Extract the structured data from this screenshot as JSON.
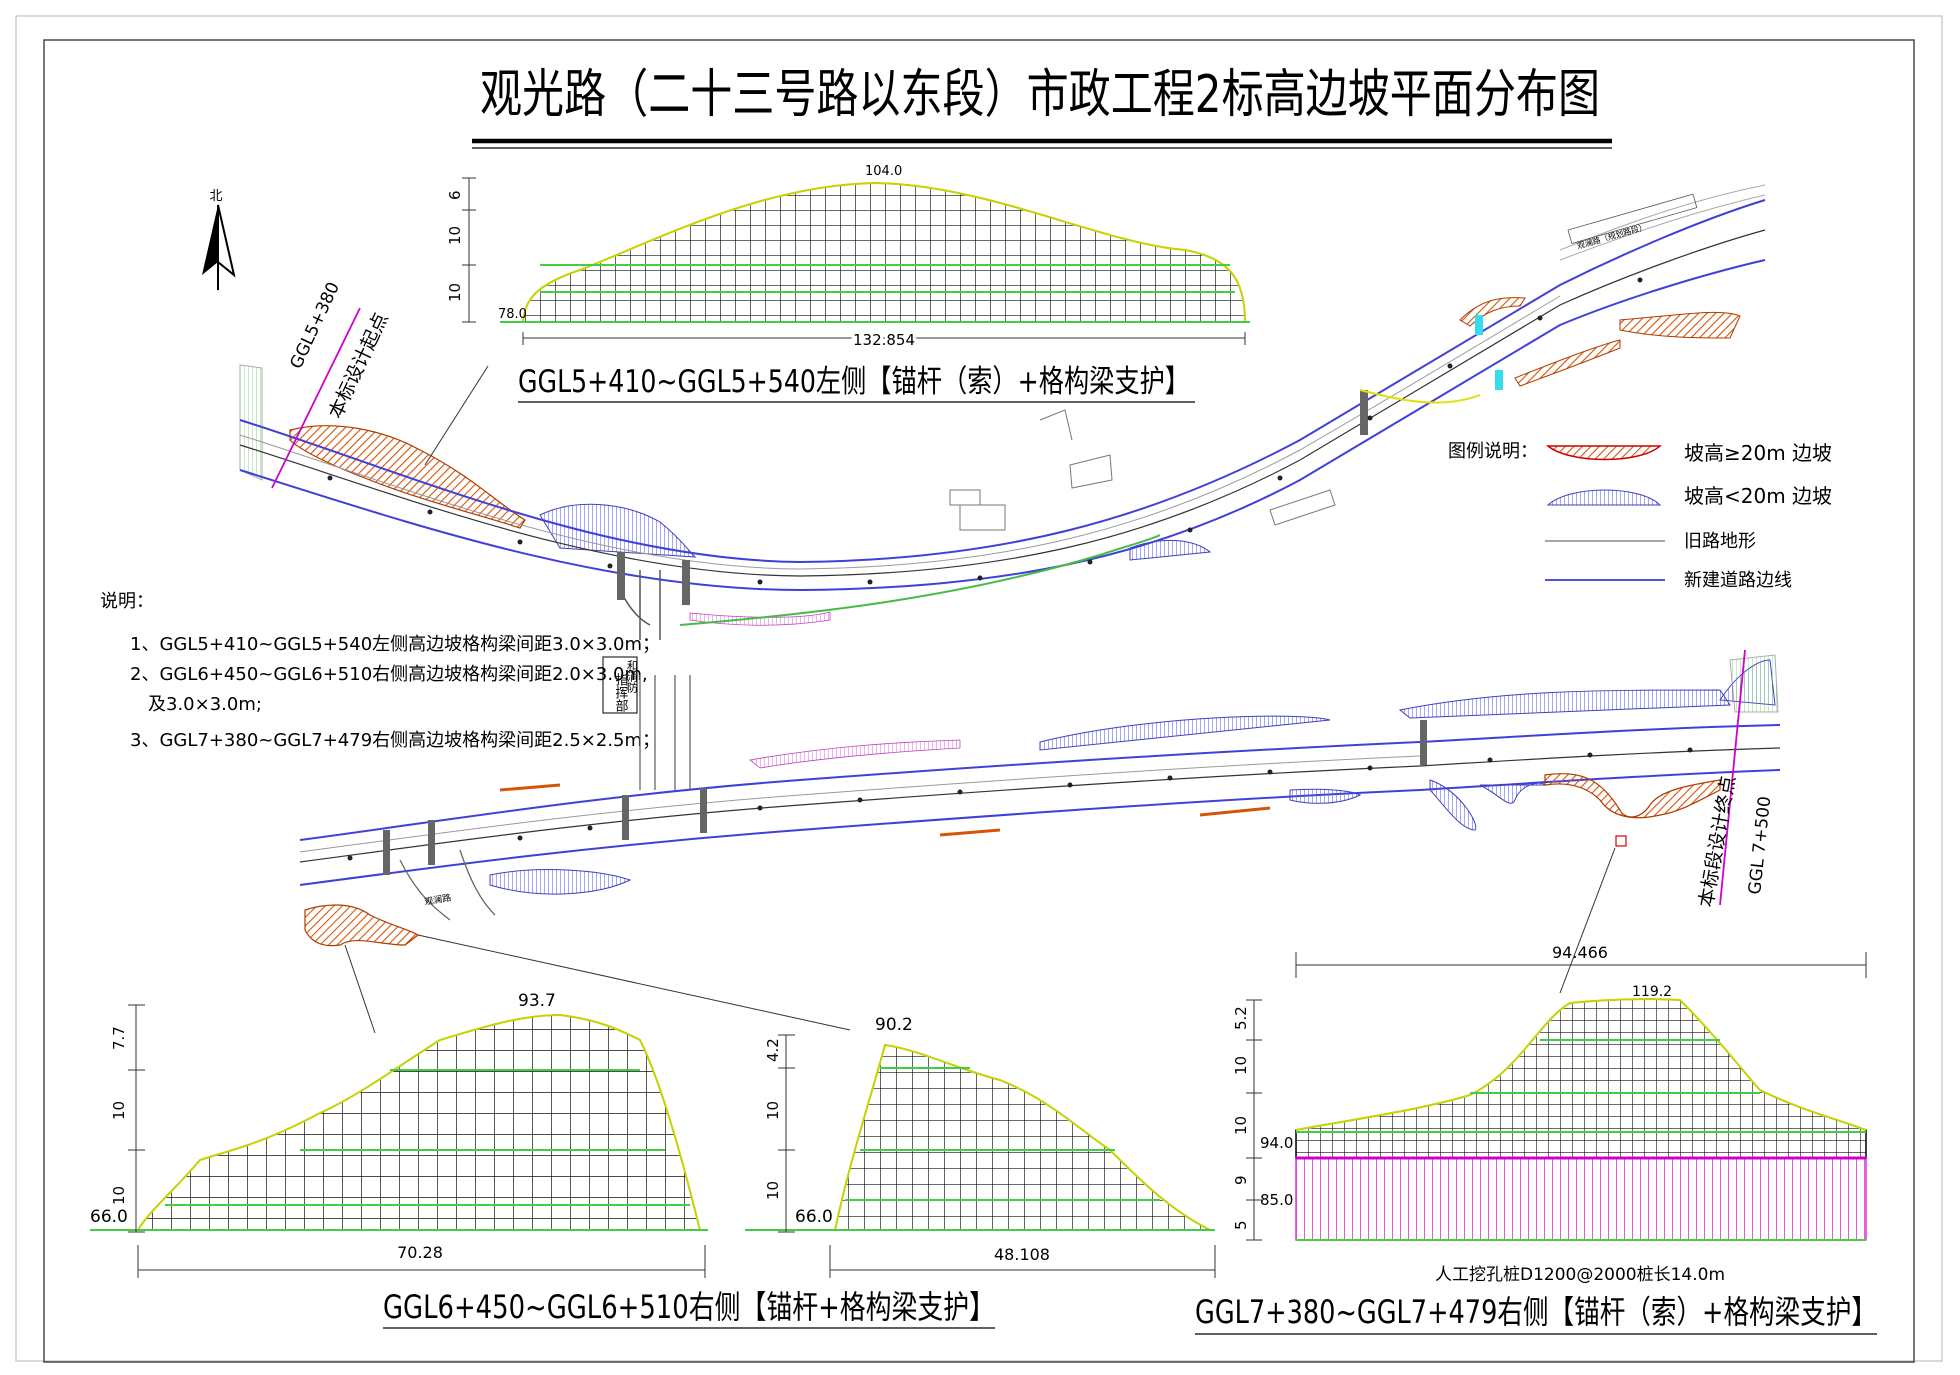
{
  "title": "观光路（二十三号路以东段）市政工程2标高边坡平面分布图",
  "north_label": "北",
  "start_marker": {
    "station": "GGL5+380",
    "label": "本标设计起点"
  },
  "end_marker": {
    "station": "GGL 7+500",
    "label": "本标段设计终点"
  },
  "road_notes": {
    "hq": "指挥部",
    "fire": "和消防",
    "junction": "观澜路",
    "top_road": "观澜路（规划路段）"
  },
  "legend": {
    "heading": "图例说明：",
    "items": [
      {
        "label": "坡高≥20m 边坡",
        "color": "#d4550a"
      },
      {
        "label": "坡高<20m 边坡",
        "color": "#5a5fe0"
      },
      {
        "label": "旧路地形",
        "color": "#8a8a8a"
      },
      {
        "label": "新建道路边线",
        "color": "#3a3ad8"
      }
    ]
  },
  "notes": {
    "heading": "说明：",
    "items": [
      "1、GGL5+410~GGL5+540左侧高边坡格构梁间距3.0×3.0m；",
      "2、GGL6+450~GGL6+510右侧高边坡格构梁间距2.0×3.0m,",
      "及3.0×3.0m;",
      "3、GGL7+380~GGL7+479右侧高边坡格构梁间距2.5×2.5m；"
    ]
  },
  "profiles": [
    {
      "caption": "GGL5+410~GGL5+540左侧【锚杆（索）+格构梁支护】",
      "top_elev": "104.0",
      "base_elev": "78.0",
      "length": "132.854",
      "tiers": [
        "10",
        "10",
        "6"
      ]
    },
    {
      "caption": "GGL6+450~GGL6+510右侧【锚杆+格构梁支护】",
      "top_elev": "93.7",
      "base_elev": "66.0",
      "length": "70.28",
      "tiers": [
        "10",
        "10",
        "7.7"
      ]
    },
    {
      "caption": "",
      "top_elev": "90.2",
      "base_elev": "66.0",
      "length": "48.108",
      "tiers": [
        "10",
        "10",
        "4.2"
      ]
    },
    {
      "caption": "GGL7+380~GGL7+479右侧【锚杆（索）+格构梁支护】",
      "top_elev": "119.2",
      "mid_elev": "94.0",
      "base_elev": "85.0",
      "length": "94.466",
      "tiers": [
        "5",
        "9",
        "10",
        "10",
        "5.2"
      ],
      "pile_note": "人工挖孔桩D1200@2000桩长14.0m"
    }
  ]
}
